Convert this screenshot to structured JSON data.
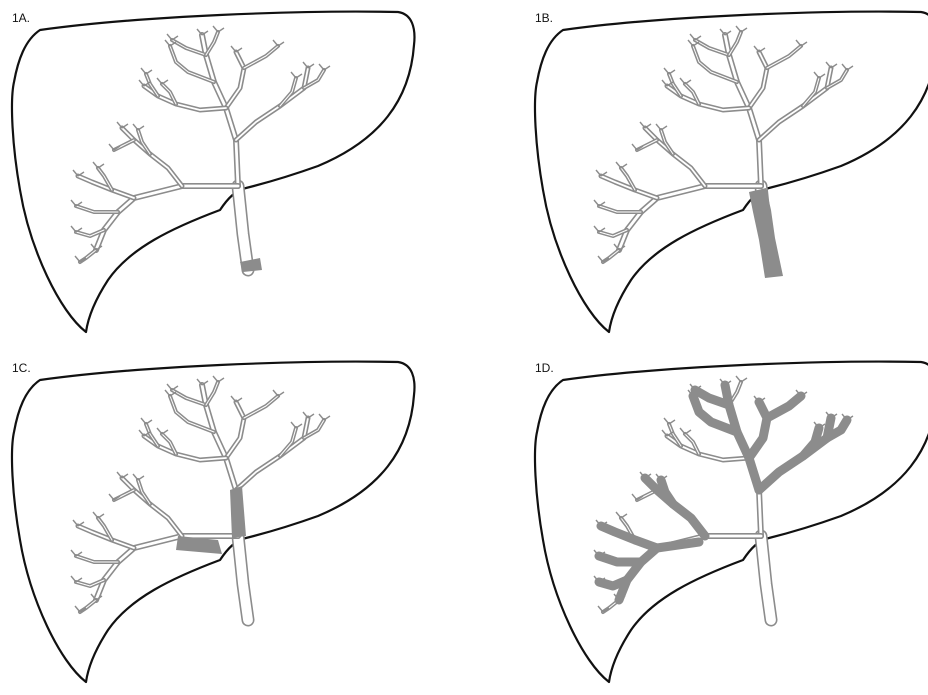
{
  "panels": [
    {
      "label": "1A.",
      "lesion": "distal-common-duct"
    },
    {
      "label": "1B.",
      "lesion": "common-hepatic-duct"
    },
    {
      "label": "1C.",
      "lesion": "hilar-bifurcation"
    },
    {
      "label": "1D.",
      "lesion": "intrahepatic-ducts"
    }
  ],
  "colors": {
    "outline": "#111111",
    "duct_wall": "#8c8c8c",
    "duct_lumen": "#ffffff",
    "lesion_fill": "#8c8c8c",
    "background": "#ffffff"
  },
  "icons": [
    "liver-outline-icon",
    "bile-duct-tree-icon"
  ]
}
